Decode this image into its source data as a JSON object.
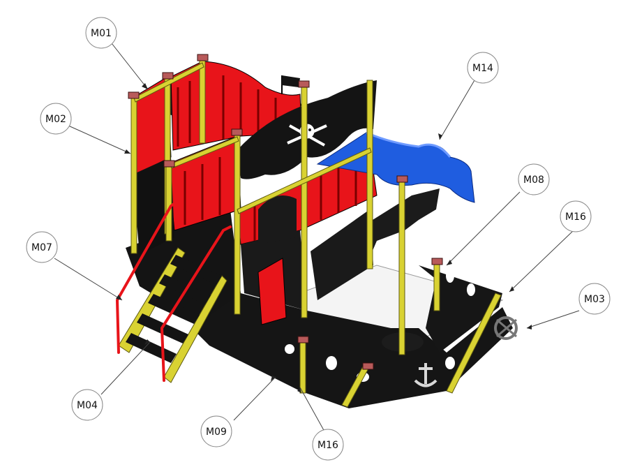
{
  "callouts": [
    {
      "id": "m01",
      "label": "M01"
    },
    {
      "id": "m02",
      "label": "M02"
    },
    {
      "id": "m07",
      "label": "M07"
    },
    {
      "id": "m04",
      "label": "M04"
    },
    {
      "id": "m09",
      "label": "M09"
    },
    {
      "id": "m16b",
      "label": "M16"
    },
    {
      "id": "m14",
      "label": "M14"
    },
    {
      "id": "m08",
      "label": "M08"
    },
    {
      "id": "m16a",
      "label": "M16"
    },
    {
      "id": "m03",
      "label": "M03"
    }
  ],
  "colors": {
    "frame": "#1a1a1a",
    "railing": "#e8141a",
    "post": "#d9d232",
    "slide": "#1f5de0",
    "cap": "#b85a5a",
    "floor": "#f1f1f1"
  }
}
